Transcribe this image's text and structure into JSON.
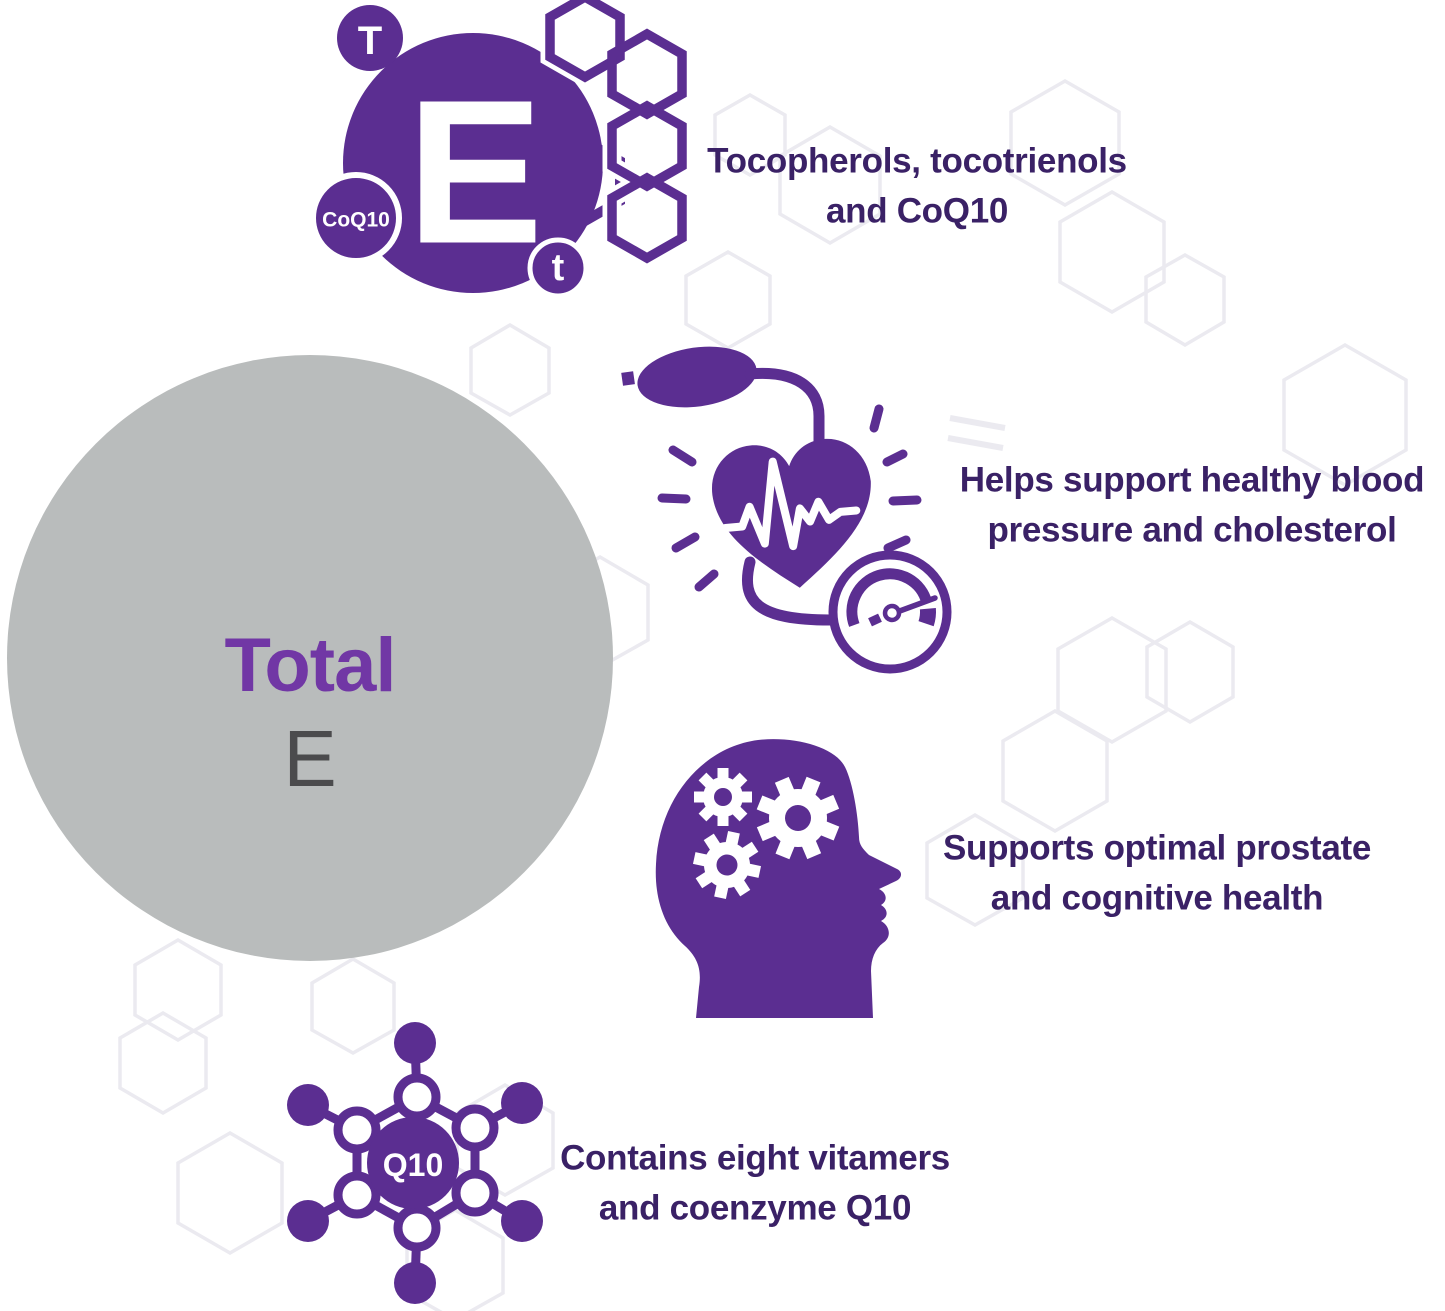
{
  "infographic": {
    "logo": {
      "main_letter": "E",
      "satellite_top": "T",
      "satellite_left": "CoQ10",
      "satellite_bottom": "t"
    },
    "product_circle": {
      "brand": "Total",
      "letter": "E"
    },
    "benefits": [
      {
        "icon": "vitamin-e-complex-logo",
        "line1": "Tocopherols, tocotrienols",
        "line2": "and CoQ10"
      },
      {
        "icon": "heart-blood-pressure-icon",
        "line1": "Helps support healthy blood",
        "line2": "pressure and cholesterol"
      },
      {
        "icon": "head-gears-icon",
        "line1": "Supports optimal prostate",
        "line2": "and cognitive health"
      },
      {
        "icon": "coq10-molecule-icon",
        "line1": "Contains eight vitamers",
        "line2": "and coenzyme Q10"
      }
    ],
    "molecule_label": "Q10",
    "colors": {
      "icon_purple": "#5b2e91",
      "text_purple": "#3a2166",
      "brand_purple": "#7137a5",
      "circle_gray": "#b9bcbc",
      "letter_gray": "#4b4b4d",
      "hex_outline": "#ebeaf0"
    }
  }
}
